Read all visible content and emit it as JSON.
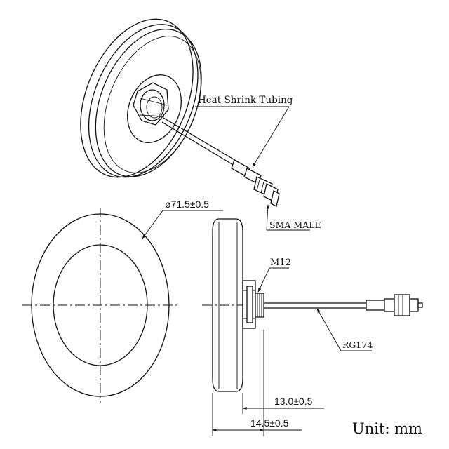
{
  "labels": {
    "heat_shrink": "Heat Shrink Tubing",
    "connector": "SMA MALE",
    "diameter": "ø71.5±0.5",
    "thread": "M12",
    "cable": "RG174",
    "dim_13": "13.0±0.5",
    "dim_14": "14.5±0.5",
    "unit": "Unit: mm"
  }
}
